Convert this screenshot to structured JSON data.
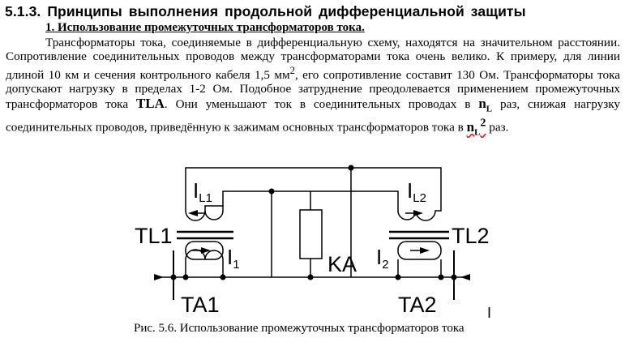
{
  "section": {
    "heading": "5.1.3. Принципы выполнения продольной дифференциальной защиты",
    "subheading": "1. Использование промежуточных трансформаторов тока."
  },
  "paragraph": {
    "part1": "Трансформаторы тока, соединяемые в дифференциальную схему, находятся на значительном расстоянии. Сопротивление соединительных проводов между трансформаторами тока очень велико. К примеру, для линии длиной 10 км и сечения контрольного кабеля 1,5 мм",
    "sup1": "2",
    "part2": ", его сопротивление составит 130 Ом. Трансформаторы тока допускают нагрузку в пределах 1-2 Ом. Подобное затруднение преодолевается применением промежуточных трансформаторов тока ",
    "tla": "TLA",
    "part3": ". Они уменьшают ток в соединительных проводах в ",
    "n1": "n",
    "n1_sub": "L",
    "part4": " раз, снижая нагрузку соединительных проводов, приведённую к зажимам основных трансформаторов тока в ",
    "n2": "n",
    "n2_sub": "L",
    "n2_sup": "2",
    "part5": " раз."
  },
  "diagram": {
    "labels": {
      "il1": "I",
      "il1_sub": "L1",
      "il2": "I",
      "il2_sub": "L2",
      "tl1": "TL1",
      "tl2": "TL2",
      "i1": "I",
      "i1_sub": "1",
      "i2": "I",
      "i2_sub": "2",
      "ka": "KA",
      "ta1": "TA1",
      "ta2": "TA2",
      "mark": "I"
    }
  },
  "caption": "Рис. 5.6. Использование промежуточных трансформаторов тока"
}
